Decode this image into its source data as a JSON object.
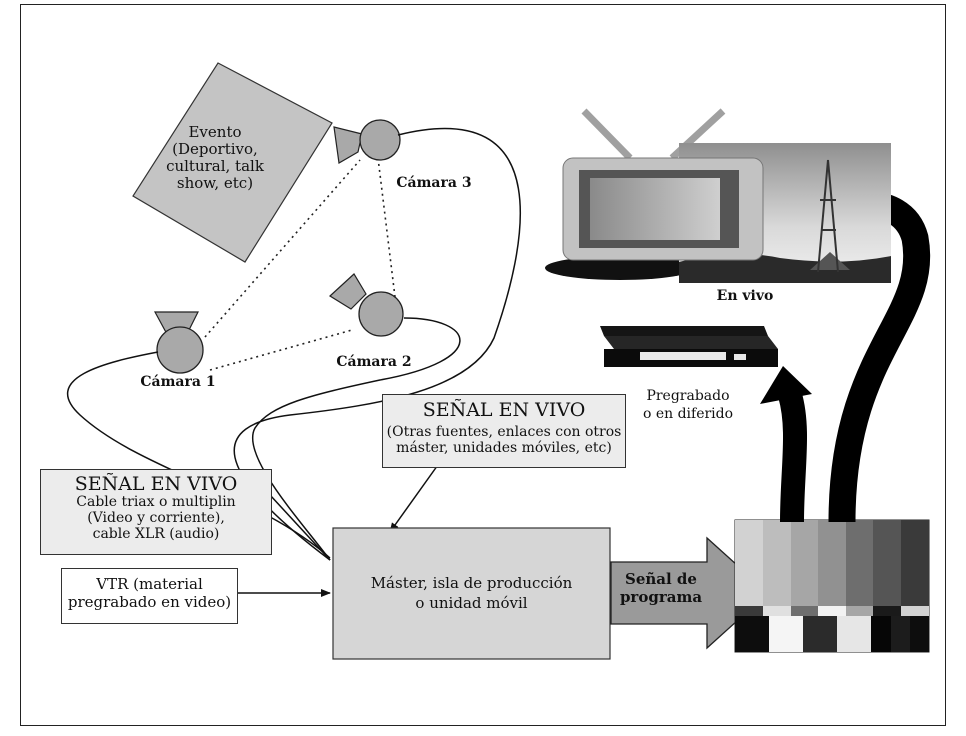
{
  "event": {
    "lines": [
      "Evento",
      "(Deportivo,",
      "cultural, talk",
      "show, etc)"
    ]
  },
  "cameras": {
    "cam1": "Cámara 1",
    "cam2": "Cámara 2",
    "cam3": "Cámara 3"
  },
  "live_signal_left": {
    "title": "SEÑAL EN VIVO",
    "lines": [
      "Cable triax o multiplin",
      "(Video y corriente),",
      "cable XLR (audio)"
    ]
  },
  "live_signal_right": {
    "title": "SEÑAL EN VIVO",
    "lines": [
      "(Otras fuentes, enlaces con otros",
      "máster, unidades móviles, etc)"
    ]
  },
  "vtr": {
    "lines": [
      "VTR (material",
      "pregrabado en video)"
    ]
  },
  "master": {
    "lines": [
      "Máster, isla de producción",
      "o unidad móvil"
    ]
  },
  "program_signal": {
    "lines": [
      "Señal de",
      "programa"
    ]
  },
  "live_output": "En vivo",
  "recorded_output": {
    "lines": [
      "Pregrabado",
      "o en diferido"
    ]
  }
}
